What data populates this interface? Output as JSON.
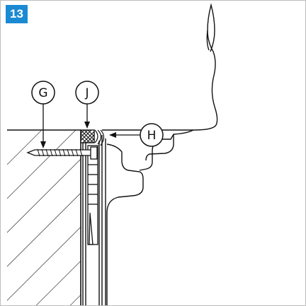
{
  "step": {
    "number": "13"
  },
  "callouts": {
    "g": "G",
    "j": "J",
    "h": "H"
  }
}
